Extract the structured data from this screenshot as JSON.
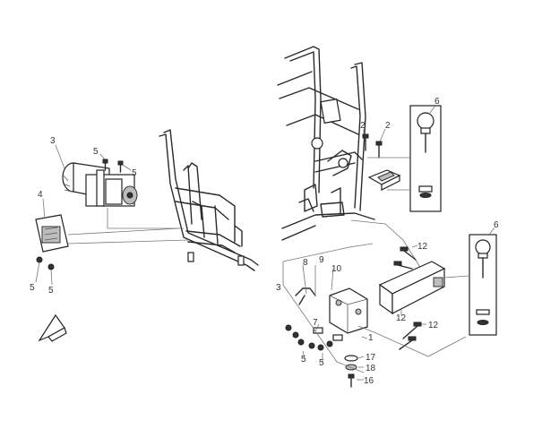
{
  "callouts": {
    "c3a": "3",
    "c5a": "5",
    "c5b": "5",
    "c4": "4",
    "c5c": "5",
    "c5d": "5",
    "c2": "2",
    "c2b": "2",
    "c6a": "6",
    "c6b": "6",
    "c8": "8",
    "c9": "9",
    "c10": "10",
    "c3b": "3",
    "c7": "7",
    "c1": "1",
    "c5e": "5",
    "c5f": "5",
    "c17": "17",
    "c18": "18",
    "c16": "16",
    "c12a": "12",
    "c12b": "12",
    "c12c": "12"
  },
  "colors": {
    "line": "#2a2a2a",
    "leader": "#777777",
    "fill_gray": "#bdbdbd",
    "fill_dark": "#333333"
  }
}
